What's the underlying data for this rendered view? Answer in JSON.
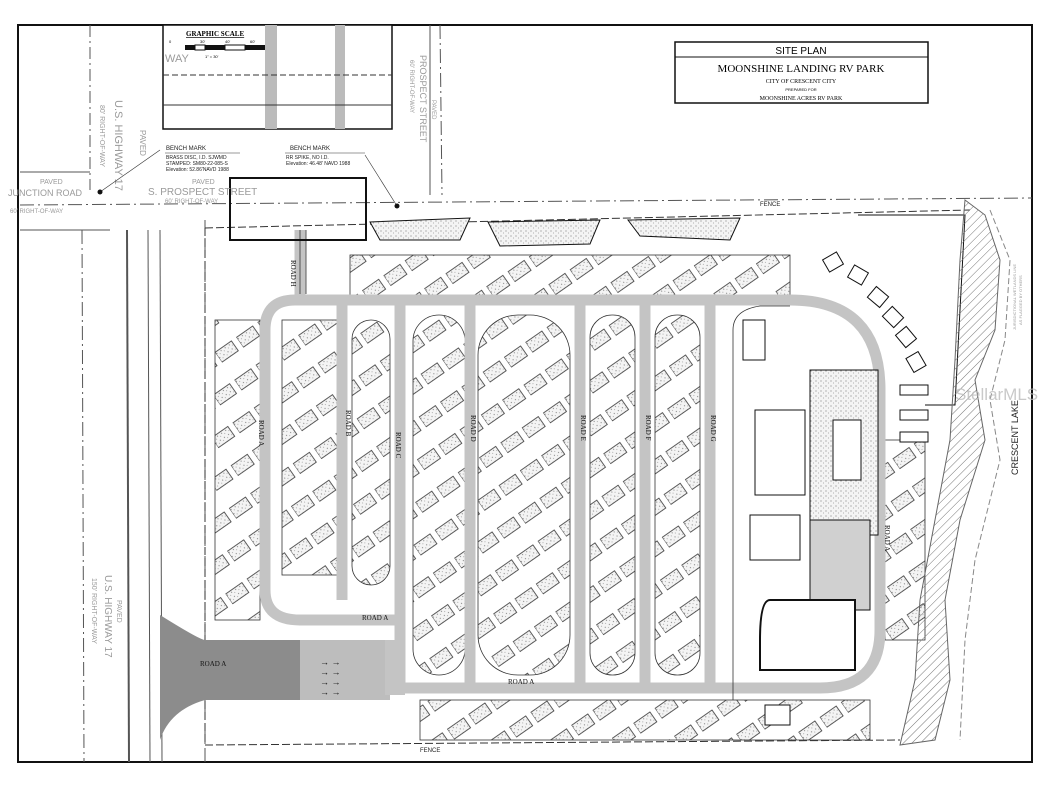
{
  "title_block": {
    "heading": "SITE PLAN",
    "project": "MOONSHINE LANDING RV PARK",
    "city": "CITY OF CRESCENT CITY",
    "prepared_for_label": "PREPARED FOR",
    "client": "MOONSHINE ACRES RV PARK"
  },
  "inset": {
    "scale_title": "GRAPHIC SCALE",
    "scale_ticks": [
      "0",
      "30'",
      "40'",
      "60'"
    ],
    "scale_ratio": "1\" = 30'",
    "way_fragment": "WAY"
  },
  "streets": {
    "highway_upper": [
      "PAVED",
      "U.S. HIGHWAY 17",
      "80' RIGHT-OF-WAY"
    ],
    "highway_lower": [
      "PAVED",
      "U.S. HIGHWAY 17",
      "150' RIGHT-OF-WAY"
    ],
    "junction_paved": "PAVED",
    "junction_road": "JUNCTION ROAD",
    "junction_row": "60' RIGHT-OF-WAY",
    "prospect_paved": "PAVED",
    "prospect_street": "S. PROSPECT STREET",
    "prospect_row": "60' RIGHT-OF-WAY",
    "prospect_vertical": [
      "PAVED",
      "PROSPECT STREET",
      "60' RIGHT-OF-WAY"
    ]
  },
  "bench_marks": [
    {
      "title": "BENCH MARK",
      "lines": [
        "BRASS DISC, I.D. SJWMD",
        "STAMPED: SM80-22-085-S",
        "Elevation: 52.86'NAVD 1988"
      ]
    },
    {
      "title": "BENCH MARK",
      "lines": [
        "RR SPIKE, NO I.D.",
        "Elevation: 46.48' NAVD 1988"
      ]
    }
  ],
  "fence_label": "FENCE",
  "roads": {
    "a": "ROAD A",
    "b": "ROAD B",
    "c": "ROAD C",
    "d": "ROAD D",
    "e": "ROAD E",
    "f": "ROAD F",
    "g": "ROAD G",
    "h": "ROAD H"
  },
  "lake": "CRESCENT LAKE",
  "wetlands_note": [
    "JURISDICTIONAL WETLANDS LINE",
    "AS FLAGGED BY OTHERS"
  ],
  "watermark": "StellarMLS",
  "colors": {
    "road": "#c8c8c8",
    "entrance": "#8c8c8c",
    "line": "#111111"
  }
}
